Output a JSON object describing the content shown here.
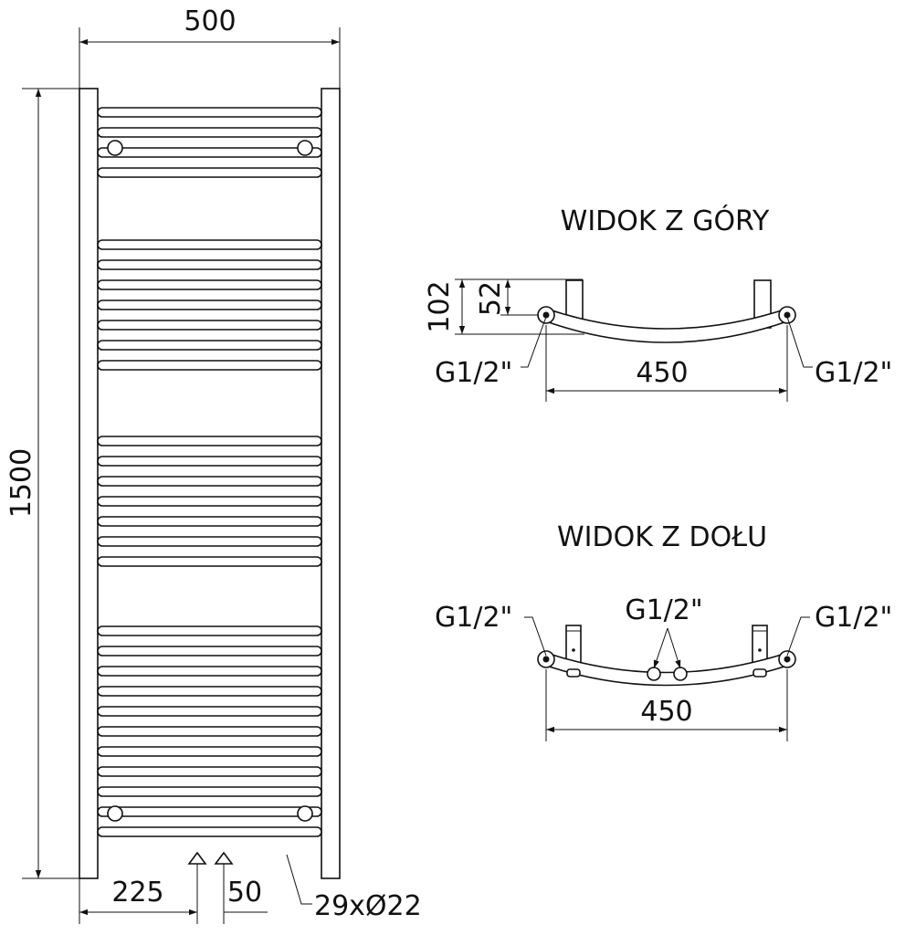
{
  "front_view": {
    "width": "500",
    "height": "1500",
    "left_offset": "225",
    "pipe_spacing": "50",
    "tubes": "29xØ22"
  },
  "top_view": {
    "title": "WIDOK Z GÓRY",
    "depth_total": "102",
    "depth_axis": "52",
    "axis_width": "450",
    "conn_left": "G1/2\"",
    "conn_right": "G1/2\""
  },
  "bottom_view": {
    "title": "WIDOK Z DOŁU",
    "axis_width": "450",
    "conn_left": "G1/2\"",
    "conn_middle": "G1/2\"",
    "conn_right": "G1/2\""
  }
}
